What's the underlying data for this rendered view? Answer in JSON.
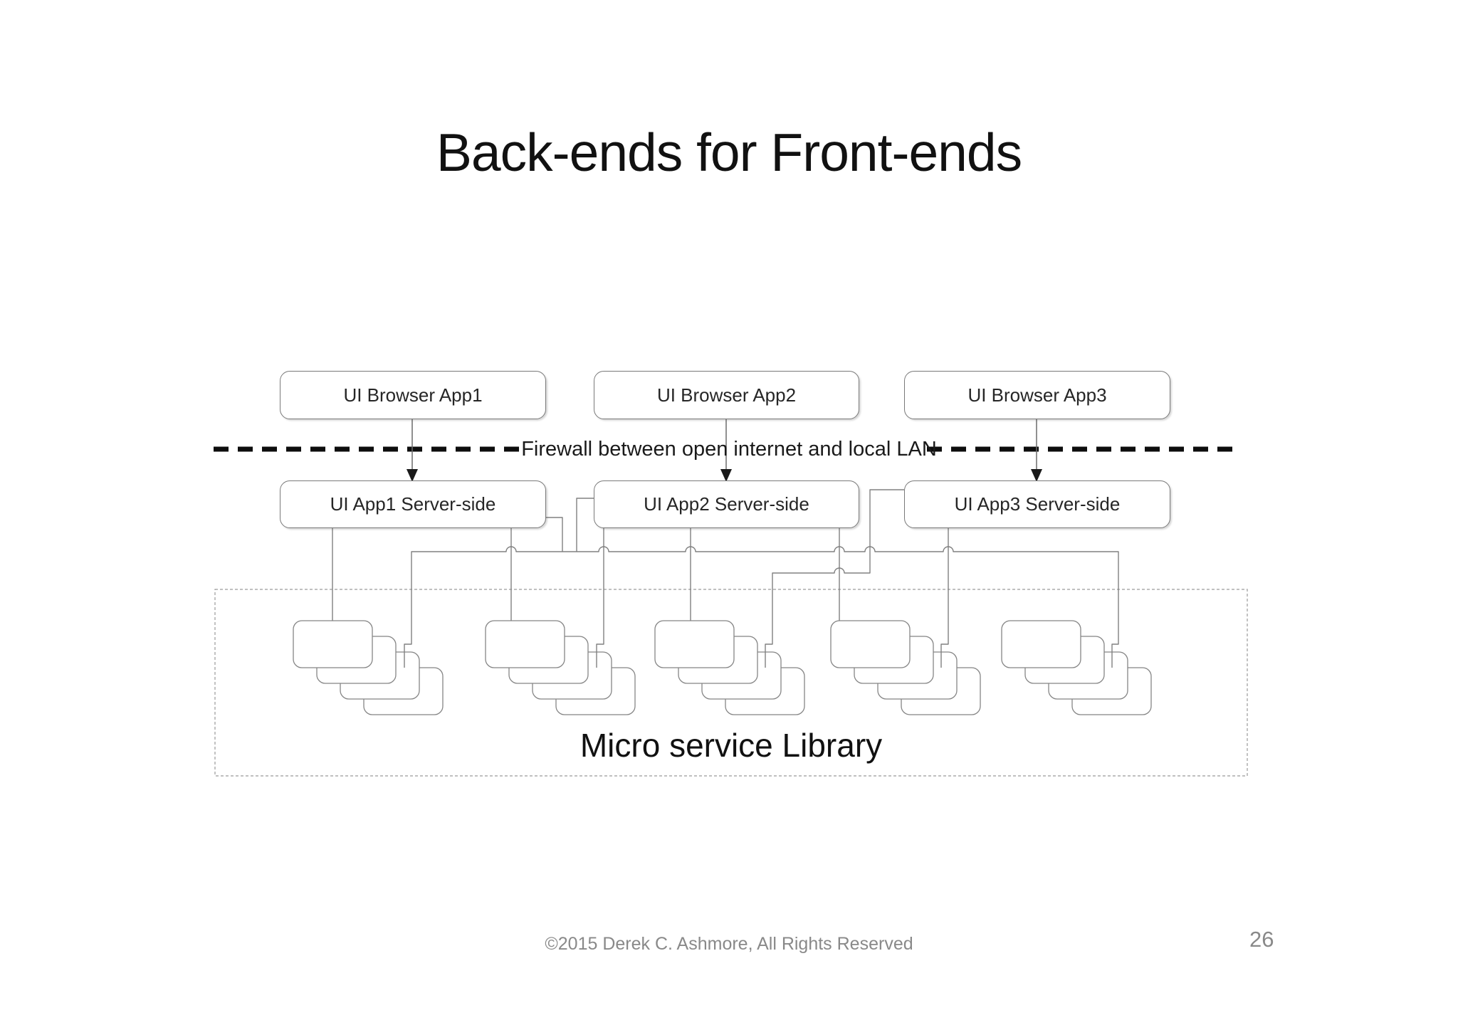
{
  "slide": {
    "title": "Back-ends for Front-ends",
    "footer": "©2015 Derek C. Ashmore, All Rights Reserved",
    "page_number": "26"
  },
  "diagram": {
    "browser_apps": [
      "UI Browser App1",
      "UI Browser App2",
      "UI Browser App3"
    ],
    "server_apps": [
      "UI App1 Server-side",
      "UI App2 Server-side",
      "UI App3 Server-side"
    ],
    "firewall_label": "Firewall between open internet and local LAN",
    "library": {
      "label": "Micro service Library",
      "cluster_count": 5,
      "services_per_cluster": 4
    },
    "colors": {
      "background": "#ffffff",
      "box_border": "#7a7a7a",
      "connector_line": "#808080",
      "firewall_dash": "#0d0d0d",
      "arrowhead": "#1a1a1a",
      "library_border": "#9a9a9a",
      "muted_text": "#898989",
      "text": "#111111"
    }
  }
}
